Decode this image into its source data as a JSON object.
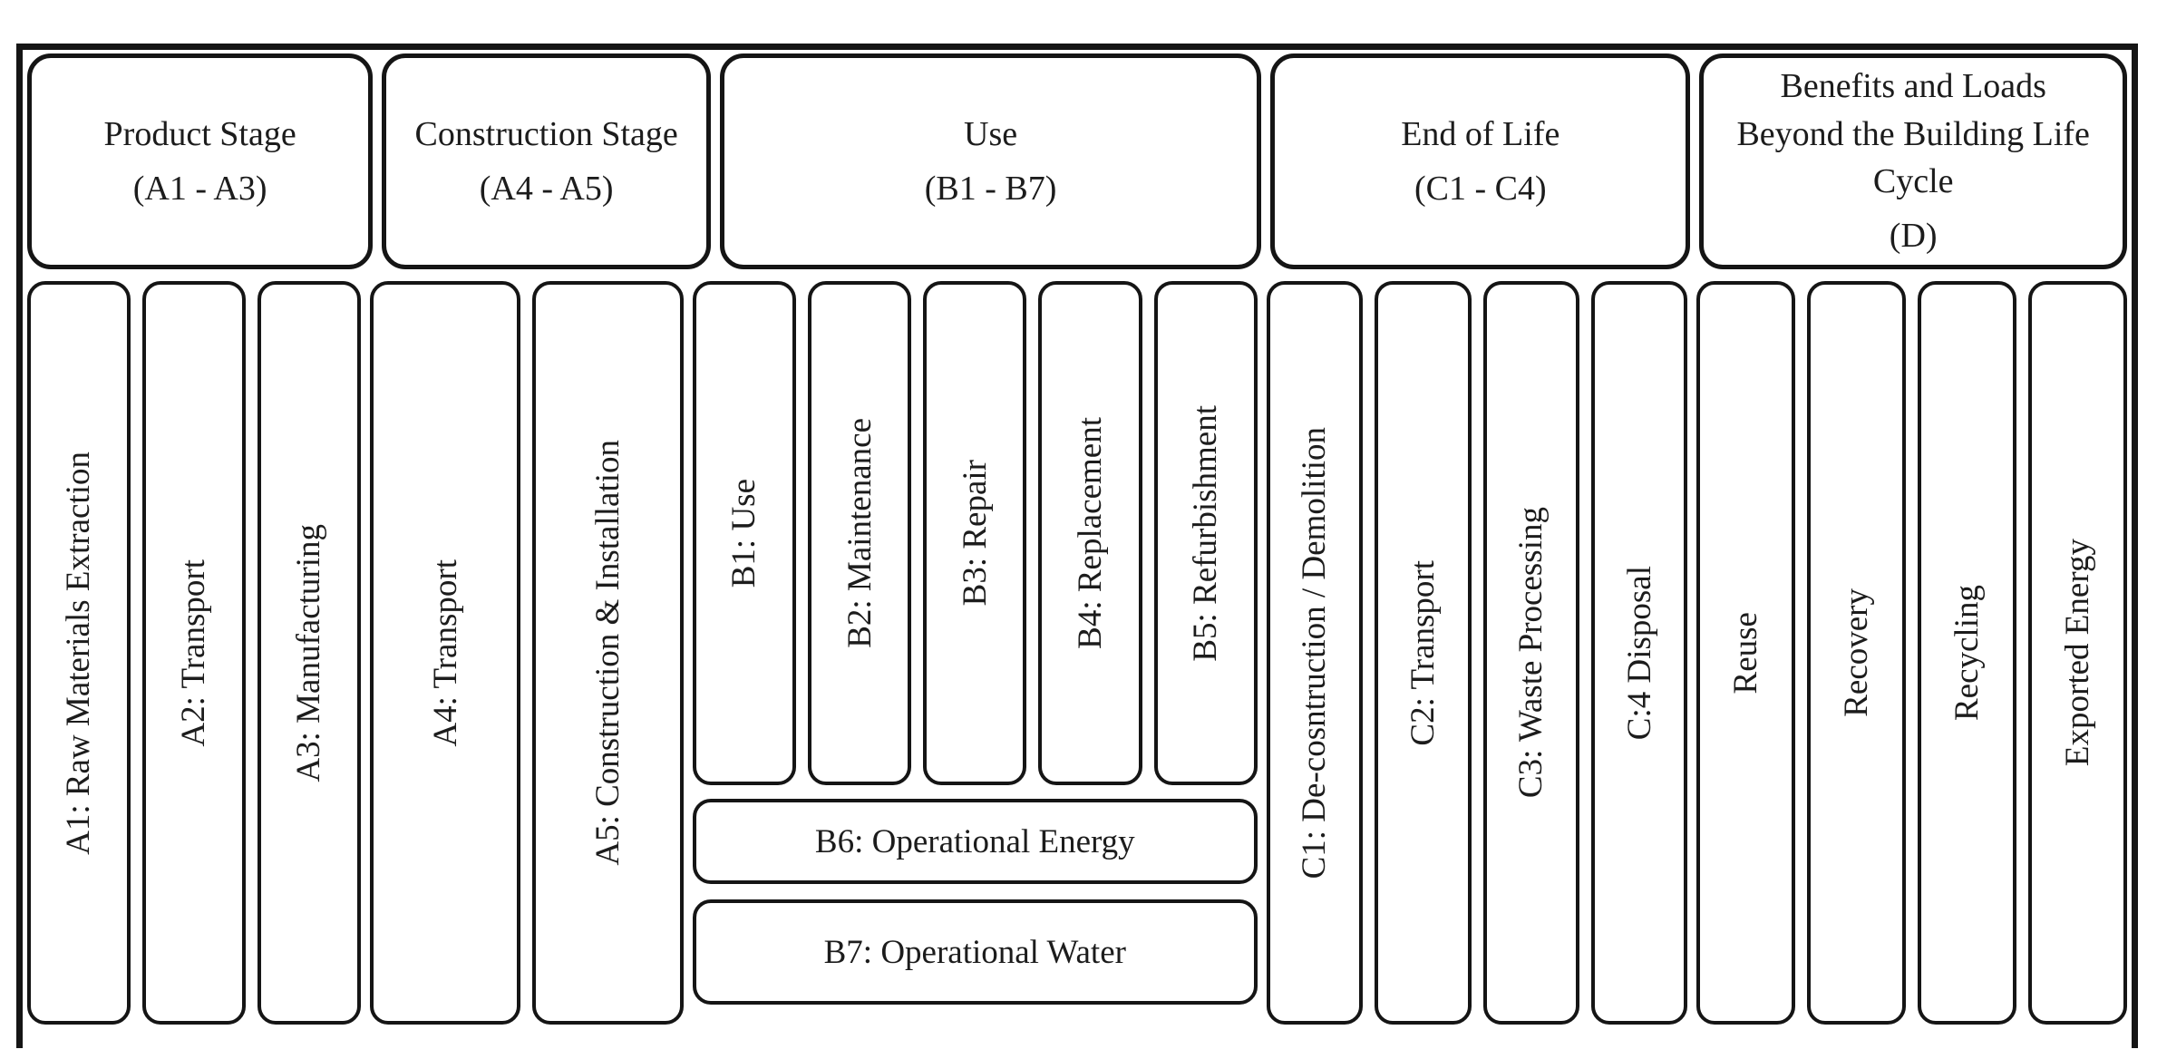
{
  "diagram": {
    "colors": {
      "border": "#151515",
      "text": "#1c1c1c",
      "background": "#ffffff"
    },
    "groups": [
      {
        "name": "Product Stage",
        "range": "(A1 - A3)",
        "columns": [
          "A1: Raw Materials Extraction",
          "A2: Transport",
          "A3: Manufacturing"
        ]
      },
      {
        "name": "Construction Stage",
        "range": "(A4 - A5)",
        "columns": [
          "A4: Transport",
          "A5: Construction & Installation"
        ]
      },
      {
        "name": "Use",
        "range": "(B1 - B7)",
        "columns": [
          "B1: Use",
          "B2: Maintenance",
          "B3: Repair",
          "B4: Replacement",
          "B5: Refurbishment"
        ],
        "bars": [
          "B6: Operational Energy",
          "B7: Operational Water"
        ]
      },
      {
        "name": "End of Life",
        "range": "(C1 - C4)",
        "columns": [
          "C1: De-cosntruction / Demolition",
          "C2: Transport",
          "C3: Waste Processing",
          "C:4 Disposal"
        ]
      },
      {
        "name": "Benefits and Loads Beyond the Building Life Cycle",
        "range": "(D)",
        "columns": [
          "Reuse",
          "Recovery",
          "Recycling",
          "Exported Energy"
        ]
      }
    ]
  }
}
